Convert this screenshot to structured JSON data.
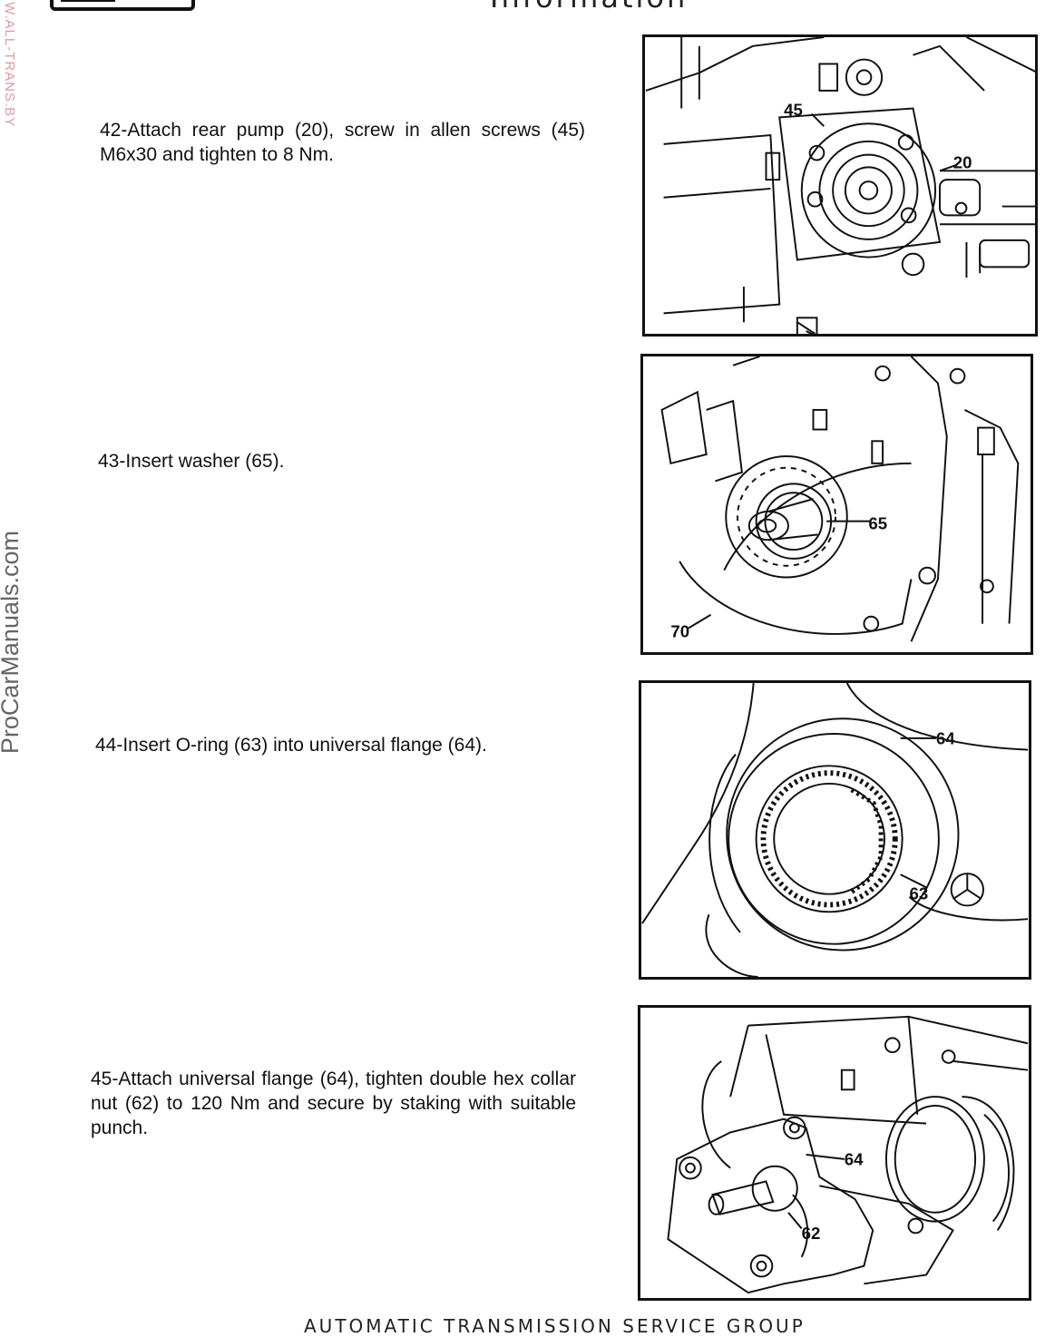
{
  "header": {
    "title_fragment": "Information"
  },
  "side": {
    "url": "W.ALL-TRANS.BY",
    "brand": "ProCarManuals.com"
  },
  "steps": [
    {
      "text": "42-Attach rear pump (20), screw in allen screws (45) M6x30 and tighten to 8 Nm.",
      "callouts": [
        "45",
        "20"
      ]
    },
    {
      "text": "43-Insert washer (65).",
      "callouts": [
        "65",
        "70"
      ]
    },
    {
      "text": "44-Insert O-ring (63) into universal flange (64).",
      "callouts": [
        "64",
        "63"
      ]
    },
    {
      "text": "45-Attach universal flange (64), tighten double hex collar nut (62) to 120 Nm and secure by staking with suitable punch.",
      "callouts": [
        "64",
        "62"
      ]
    }
  ],
  "footer": {
    "text": "AUTOMATIC TRANSMISSION SERVICE GROUP"
  }
}
